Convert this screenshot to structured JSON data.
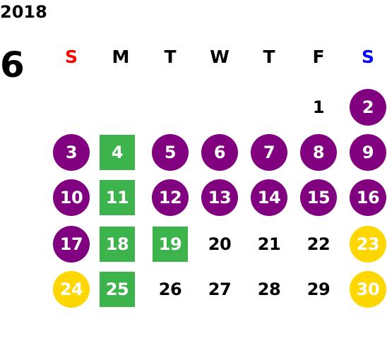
{
  "calendar": {
    "year": "2018",
    "month": "6",
    "weekdays": [
      {
        "label": "S",
        "color": "#ff0000"
      },
      {
        "label": "M",
        "color": "#000000"
      },
      {
        "label": "T",
        "color": "#000000"
      },
      {
        "label": "W",
        "color": "#000000"
      },
      {
        "label": "T",
        "color": "#000000"
      },
      {
        "label": "F",
        "color": "#000000"
      },
      {
        "label": "S",
        "color": "#0000ff"
      }
    ],
    "colors": {
      "purple": "#800080",
      "green": "#3cb44b",
      "yellow": "#ffd700",
      "text": "#000000",
      "text_on_mark": "#ffffff"
    },
    "days": [
      {
        "label": "1",
        "col": 5,
        "row": 0,
        "mark": "none"
      },
      {
        "label": "2",
        "col": 6,
        "row": 0,
        "mark": "purple"
      },
      {
        "label": "3",
        "col": 0,
        "row": 1,
        "mark": "purple"
      },
      {
        "label": "4",
        "col": 1,
        "row": 1,
        "mark": "green"
      },
      {
        "label": "5",
        "col": 2,
        "row": 1,
        "mark": "purple"
      },
      {
        "label": "6",
        "col": 3,
        "row": 1,
        "mark": "purple"
      },
      {
        "label": "7",
        "col": 4,
        "row": 1,
        "mark": "purple"
      },
      {
        "label": "8",
        "col": 5,
        "row": 1,
        "mark": "purple"
      },
      {
        "label": "9",
        "col": 6,
        "row": 1,
        "mark": "purple"
      },
      {
        "label": "10",
        "col": 0,
        "row": 2,
        "mark": "purple"
      },
      {
        "label": "11",
        "col": 1,
        "row": 2,
        "mark": "green"
      },
      {
        "label": "12",
        "col": 2,
        "row": 2,
        "mark": "purple"
      },
      {
        "label": "13",
        "col": 3,
        "row": 2,
        "mark": "purple"
      },
      {
        "label": "14",
        "col": 4,
        "row": 2,
        "mark": "purple"
      },
      {
        "label": "15",
        "col": 5,
        "row": 2,
        "mark": "purple"
      },
      {
        "label": "16",
        "col": 6,
        "row": 2,
        "mark": "purple"
      },
      {
        "label": "17",
        "col": 0,
        "row": 3,
        "mark": "purple"
      },
      {
        "label": "18",
        "col": 1,
        "row": 3,
        "mark": "green"
      },
      {
        "label": "19",
        "col": 2,
        "row": 3,
        "mark": "green"
      },
      {
        "label": "20",
        "col": 3,
        "row": 3,
        "mark": "none"
      },
      {
        "label": "21",
        "col": 4,
        "row": 3,
        "mark": "none"
      },
      {
        "label": "22",
        "col": 5,
        "row": 3,
        "mark": "none"
      },
      {
        "label": "23",
        "col": 6,
        "row": 3,
        "mark": "yellow"
      },
      {
        "label": "24",
        "col": 0,
        "row": 4,
        "mark": "yellow"
      },
      {
        "label": "25",
        "col": 1,
        "row": 4,
        "mark": "green"
      },
      {
        "label": "26",
        "col": 2,
        "row": 4,
        "mark": "none"
      },
      {
        "label": "27",
        "col": 3,
        "row": 4,
        "mark": "none"
      },
      {
        "label": "28",
        "col": 4,
        "row": 4,
        "mark": "none"
      },
      {
        "label": "29",
        "col": 5,
        "row": 4,
        "mark": "none"
      },
      {
        "label": "30",
        "col": 6,
        "row": 4,
        "mark": "yellow"
      }
    ]
  }
}
